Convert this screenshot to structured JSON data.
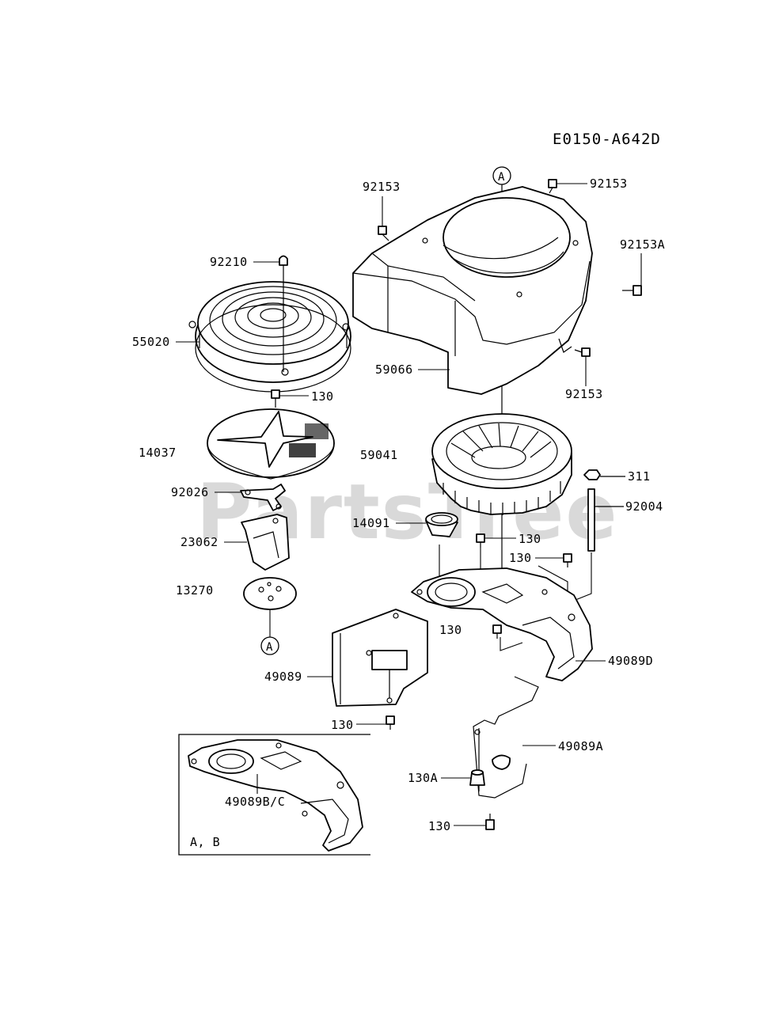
{
  "diagram": {
    "id": "E0150-A642D",
    "watermark": "PartsTree",
    "inset_caption": "A, B",
    "callouts": {
      "a_top": "A",
      "a_bottom": "A"
    },
    "parts": {
      "p92153_top_left": "92153",
      "p92153_top_right": "92153",
      "p92153A": "92153A",
      "p92210": "92210",
      "p55020": "55020",
      "p59066": "59066",
      "p92153_right": "92153",
      "p130_grill": "130",
      "p14037": "14037",
      "p59041": "59041",
      "p311": "311",
      "p92026": "92026",
      "p92004": "92004",
      "p14091": "14091",
      "p130_mid": "130",
      "p23062": "23062",
      "p130_right": "130",
      "p13270": "13270",
      "p130_center": "130",
      "p49089D": "49089D",
      "p49089": "49089",
      "p130_lower": "130",
      "p49089A": "49089A",
      "p49089BC": "49089B/C",
      "p130A": "130A",
      "p130_bottom": "130"
    }
  }
}
